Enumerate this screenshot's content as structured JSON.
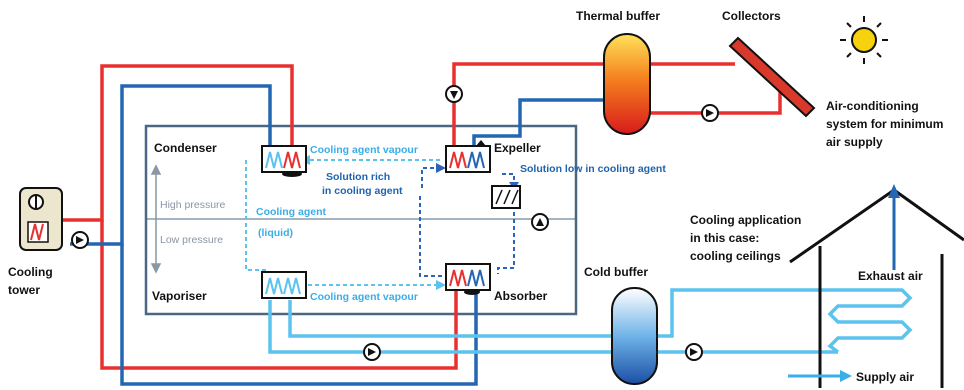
{
  "labels": {
    "thermal_buffer": "Thermal buffer",
    "collectors": "Collectors",
    "ac_line1": "Air-conditioning",
    "ac_line2": "system for minimum",
    "ac_line3": "air supply",
    "condenser": "Condenser",
    "expeller": "Expeller",
    "vaporiser": "Vaporiser",
    "absorber": "Absorber",
    "cooling_tower_line1": "Cooling",
    "cooling_tower_line2": "tower",
    "cooling_agent_vapour_top": "Cooling agent vapour",
    "cooling_agent_vapour_bottom": "Cooling agent vapour",
    "solution_low": "Solution low in cooling agent",
    "solution_rich_line1": "Solution rich",
    "solution_rich_line2": "in cooling agent",
    "high_pressure": "High pressure",
    "low_pressure": "Low pressure",
    "cooling_agent": "Cooling agent",
    "liquid": "(liquid)",
    "cooling_app_line1": "Cooling application",
    "cooling_app_line2": "in this case:",
    "cooling_app_line3": "cooling ceilings",
    "cold_buffer": "Cold buffer",
    "exhaust_air": "Exhaust air",
    "supply_air": "Supply air"
  },
  "icons": [
    "sun-icon",
    "pump-icon",
    "heat-exchanger-icon",
    "cooling-tower-icon",
    "house-icon",
    "collector-panel-icon"
  ],
  "colors": {
    "hot_pipe": "#e8312f",
    "cold_pipe": "#2366b3",
    "chilled_pipe": "#5cc2ee",
    "dashed_flow": "#2b64b8",
    "machine_border": "#4a6884",
    "sun": "#f5d10e"
  }
}
